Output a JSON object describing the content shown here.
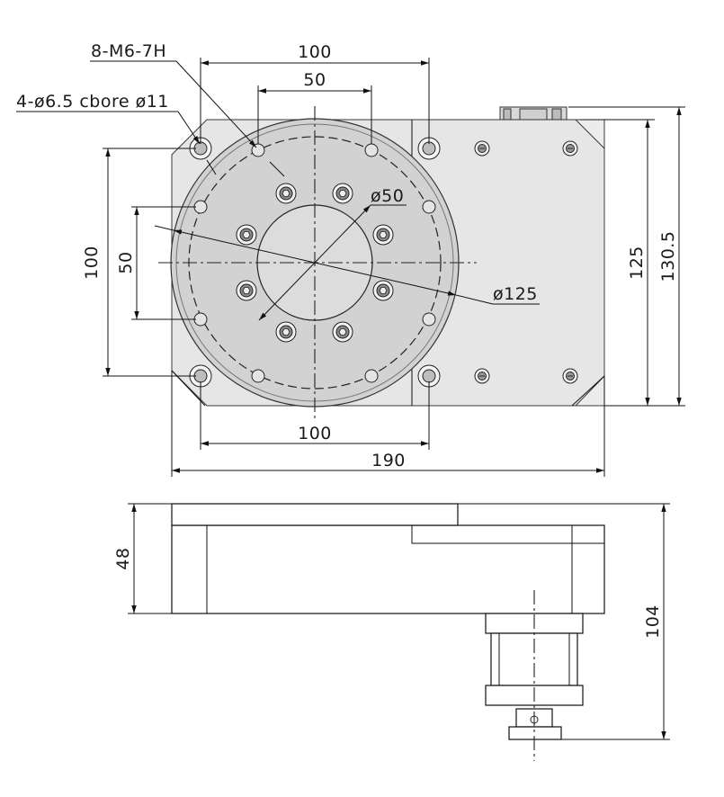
{
  "top_view": {
    "callouts": {
      "tapped_holes": "8-M6-7H",
      "counterbore_holes": "4-ø6.5 cbore ø11",
      "inner_bore": "ø50",
      "table_diameter": "ø125"
    },
    "dimensions": {
      "top_outer": "100",
      "top_inner": "50",
      "left_outer": "100",
      "left_inner": "50",
      "bottom_inner": "100",
      "bottom_outer": "190",
      "right_inner": "125",
      "right_outer": "130.5"
    }
  },
  "side_view": {
    "dimensions": {
      "left_height": "48",
      "right_height": "104"
    }
  }
}
